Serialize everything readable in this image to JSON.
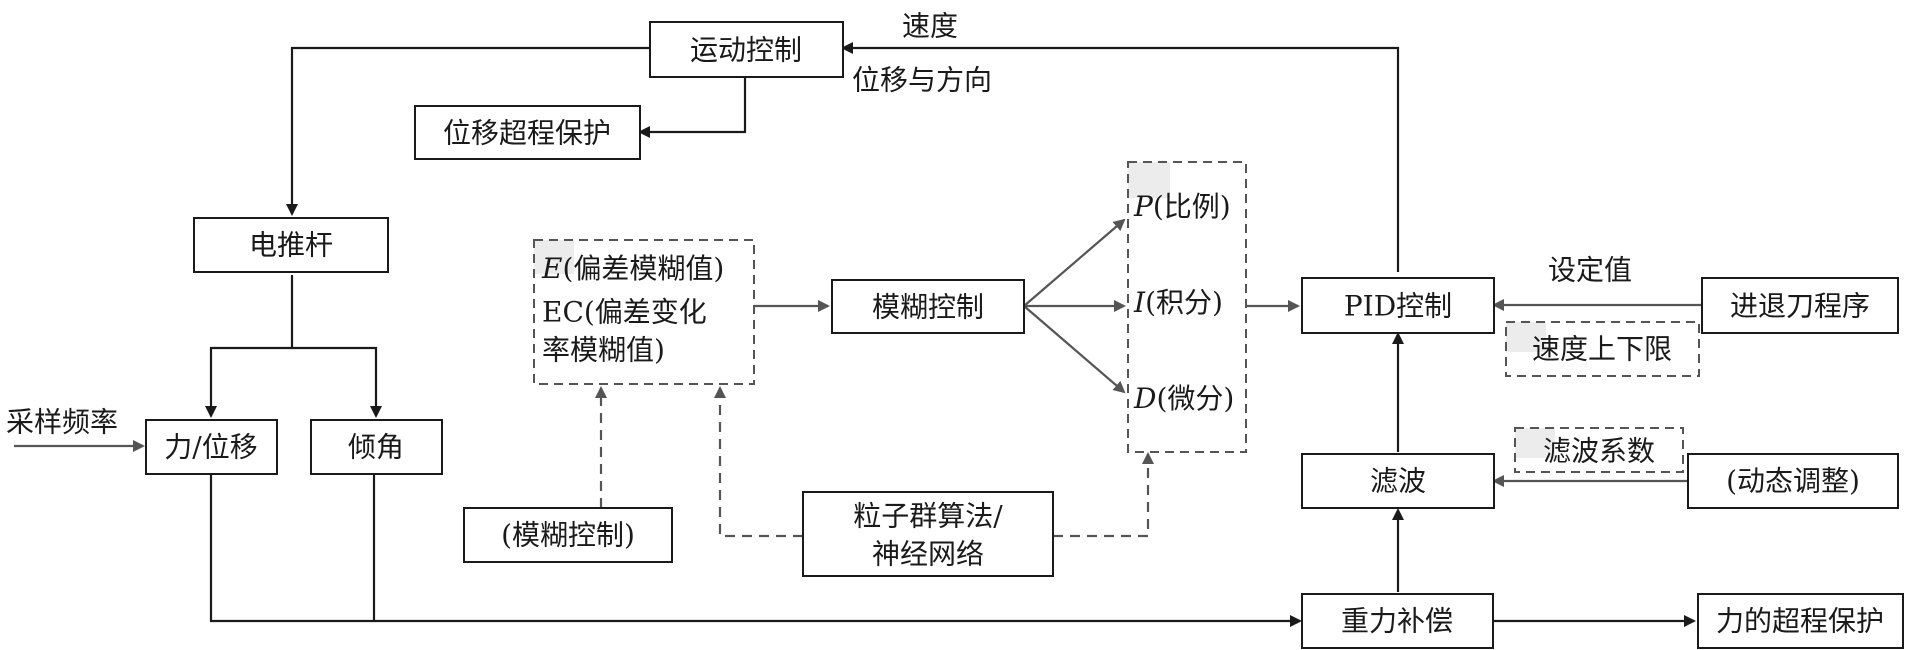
{
  "nodes": {
    "motion_control": "运动控制",
    "displacement_protection": "位移超程保护",
    "electric_actuator": "电推杆",
    "force_displacement": "力/位移",
    "tilt_angle": "倾角",
    "fuzzy_inputs": {
      "e_symbol": "E",
      "e_text": "(偏差模糊值)",
      "ec_text": "EC(偏差变化",
      "ec_text2": "率模糊值)"
    },
    "fuzzy_control": "模糊控制",
    "fuzzy_control_paren": "(模糊控制)",
    "pso_nn_line1": "粒子群算法/",
    "pso_nn_line2": "神经网络",
    "pid_params": {
      "p_symbol": "P",
      "p_text": "(比例)",
      "i_symbol": "I",
      "i_text": "(积分)",
      "d_symbol": "D",
      "d_text": "(微分)"
    },
    "pid_control": "PID控制",
    "feed_program": "进退刀程序",
    "speed_limits": "速度上下限",
    "filter": "滤波",
    "filter_coeff": "滤波系数",
    "dynamic_adjust": "(动态调整)",
    "gravity_comp": "重力补偿",
    "force_protection": "力的超程保护"
  },
  "labels": {
    "speed": "速度",
    "displacement_direction": "位移与方向",
    "set_value": "设定值",
    "sampling_freq": "采样频率"
  }
}
